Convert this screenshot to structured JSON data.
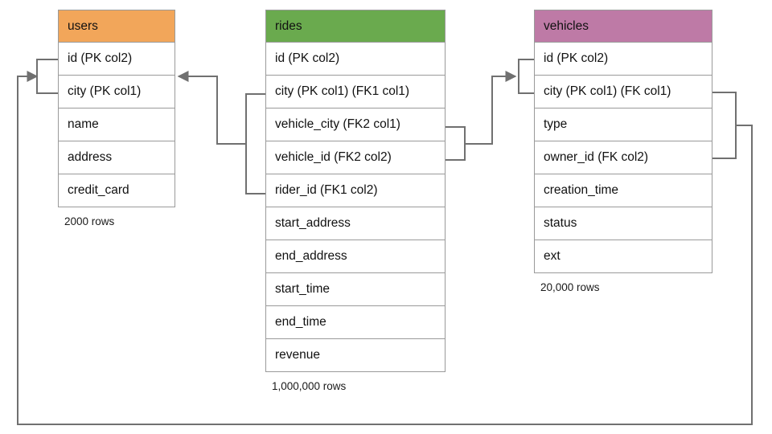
{
  "diagram": {
    "title": "Database schema entity relationship diagram",
    "type": "er-diagram",
    "background": "#ffffff",
    "line_color": "#707070"
  },
  "entities": [
    {
      "id": "users",
      "name": "users",
      "header_color": "#F2A65A",
      "row_count_label": "2000 rows",
      "columns": [
        {
          "label": "id (PK col2)"
        },
        {
          "label": "city (PK col1)"
        },
        {
          "label": "name"
        },
        {
          "label": "address"
        },
        {
          "label": "credit_card"
        }
      ]
    },
    {
      "id": "rides",
      "name": "rides",
      "header_color": "#6AAA4E",
      "row_count_label": "1,000,000 rows",
      "columns": [
        {
          "label": "id (PK col2)"
        },
        {
          "label": "city (PK col1) (FK1 col1)"
        },
        {
          "label": "vehicle_city (FK2 col1)"
        },
        {
          "label": "vehicle_id (FK2 col2)"
        },
        {
          "label": "rider_id (FK1 col2)"
        },
        {
          "label": "start_address"
        },
        {
          "label": "end_address"
        },
        {
          "label": "start_time"
        },
        {
          "label": "end_time"
        },
        {
          "label": "revenue"
        }
      ]
    },
    {
      "id": "vehicles",
      "name": "vehicles",
      "header_color": "#BE7AA6",
      "row_count_label": "20,000 rows",
      "columns": [
        {
          "label": "id (PK col2)"
        },
        {
          "label": "city (PK col1) (FK col1)"
        },
        {
          "label": "type"
        },
        {
          "label": "owner_id (FK col2)"
        },
        {
          "label": "creation_time"
        },
        {
          "label": "status"
        },
        {
          "label": "ext"
        }
      ]
    }
  ],
  "relationships": [
    {
      "id": "fk1-rides-to-users",
      "from_entity": "rides",
      "from_columns": [
        "city (PK col1) (FK1 col1)",
        "rider_id (FK1 col2)"
      ],
      "to_entity": "users",
      "to_columns": [
        "id (PK col2)",
        "city (PK col1)"
      ],
      "direction": "rides-to-users"
    },
    {
      "id": "fk2-rides-to-vehicles",
      "from_entity": "rides",
      "from_columns": [
        "vehicle_city (FK2 col1)",
        "vehicle_id (FK2 col2)"
      ],
      "to_entity": "vehicles",
      "to_columns": [
        "id (PK col2)",
        "city (PK col1) (FK col1)"
      ],
      "direction": "rides-to-vehicles"
    },
    {
      "id": "fk-vehicles-to-users",
      "from_entity": "vehicles",
      "from_columns": [
        "city (PK col1) (FK col1)",
        "owner_id (FK col2)"
      ],
      "to_entity": "users",
      "to_columns": [
        "id (PK col2)",
        "city (PK col1)"
      ],
      "direction": "vehicles-to-users"
    }
  ]
}
